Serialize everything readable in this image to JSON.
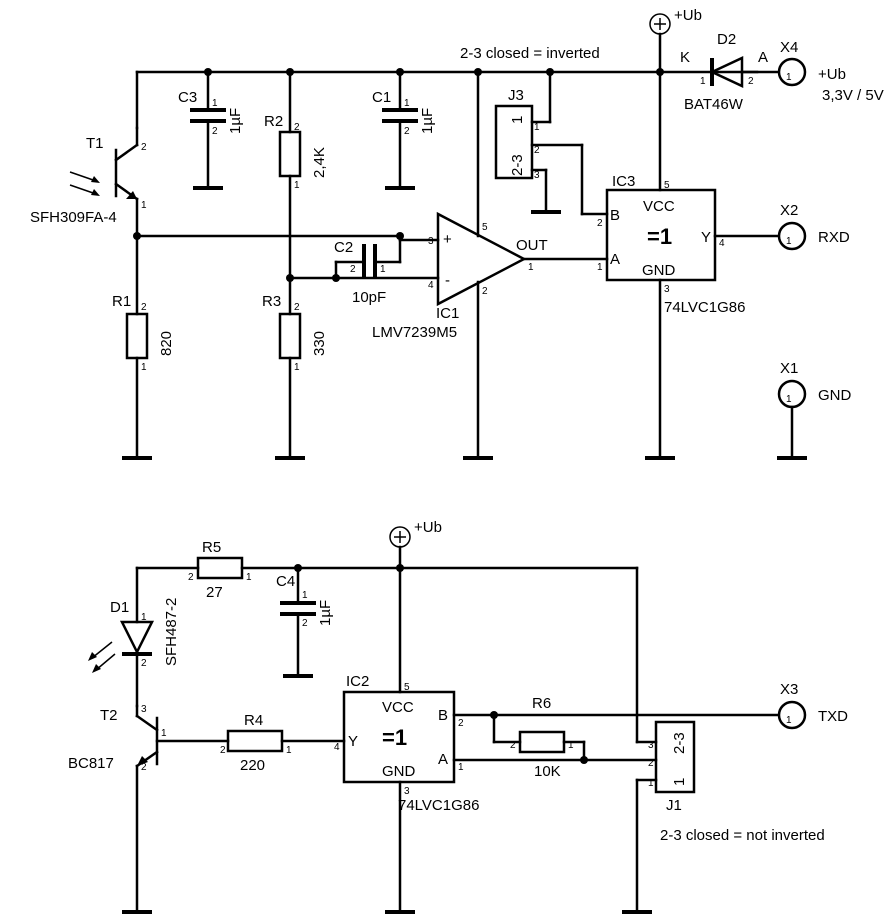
{
  "labels": {
    "ub_top": "+Ub",
    "ub_x4": "+Ub",
    "volts": "3,3V / 5V",
    "ub_bottom": "+Ub",
    "j3_note": "2-3 closed = inverted",
    "j1_note": "2-3 closed = not inverted"
  },
  "components": {
    "t1": {
      "ref": "T1",
      "part": "SFH309FA-4"
    },
    "c3": {
      "ref": "C3",
      "value": "1µF"
    },
    "c1": {
      "ref": "C1",
      "value": "1µF"
    },
    "c2": {
      "ref": "C2",
      "value": "10pF"
    },
    "c4": {
      "ref": "C4",
      "value": "1µF"
    },
    "r1": {
      "ref": "R1",
      "value": "820"
    },
    "r2": {
      "ref": "R2",
      "value": "2,4K"
    },
    "r3": {
      "ref": "R3",
      "value": "330"
    },
    "r4": {
      "ref": "R4",
      "value": "220"
    },
    "r5": {
      "ref": "R5",
      "value": "27"
    },
    "r6": {
      "ref": "R6",
      "value": "10K"
    },
    "ic1": {
      "ref": "IC1",
      "part": "LMV7239M5",
      "out": "OUT",
      "plus": "+",
      "minus": "-"
    },
    "ic2": {
      "ref": "IC2",
      "part": "74LVC1G86",
      "vcc": "VCC",
      "gnd": "GND",
      "func": "=1",
      "a": "A",
      "b": "B",
      "y": "Y"
    },
    "ic3": {
      "ref": "IC3",
      "part": "74LVC1G86",
      "vcc": "VCC",
      "gnd": "GND",
      "func": "=1",
      "a": "A",
      "b": "B",
      "y": "Y"
    },
    "d1": {
      "ref": "D1",
      "part": "SFH487-2"
    },
    "d2": {
      "ref": "D2",
      "part": "BAT46W",
      "k": "K",
      "a": "A"
    },
    "t2": {
      "ref": "T2",
      "part": "BC817"
    },
    "j1": {
      "ref": "J1",
      "pins": "2-3",
      "pin1": "1"
    },
    "j3": {
      "ref": "J3",
      "pins": "2-3",
      "pin1": "1"
    }
  },
  "connectors": {
    "x1": {
      "ref": "X1",
      "net": "GND"
    },
    "x2": {
      "ref": "X2",
      "net": "RXD"
    },
    "x3": {
      "ref": "X3",
      "net": "TXD"
    },
    "x4": {
      "ref": "X4"
    }
  },
  "pins": {
    "p1": "1",
    "p2": "2",
    "p3": "3",
    "p4": "4",
    "p5": "5"
  }
}
